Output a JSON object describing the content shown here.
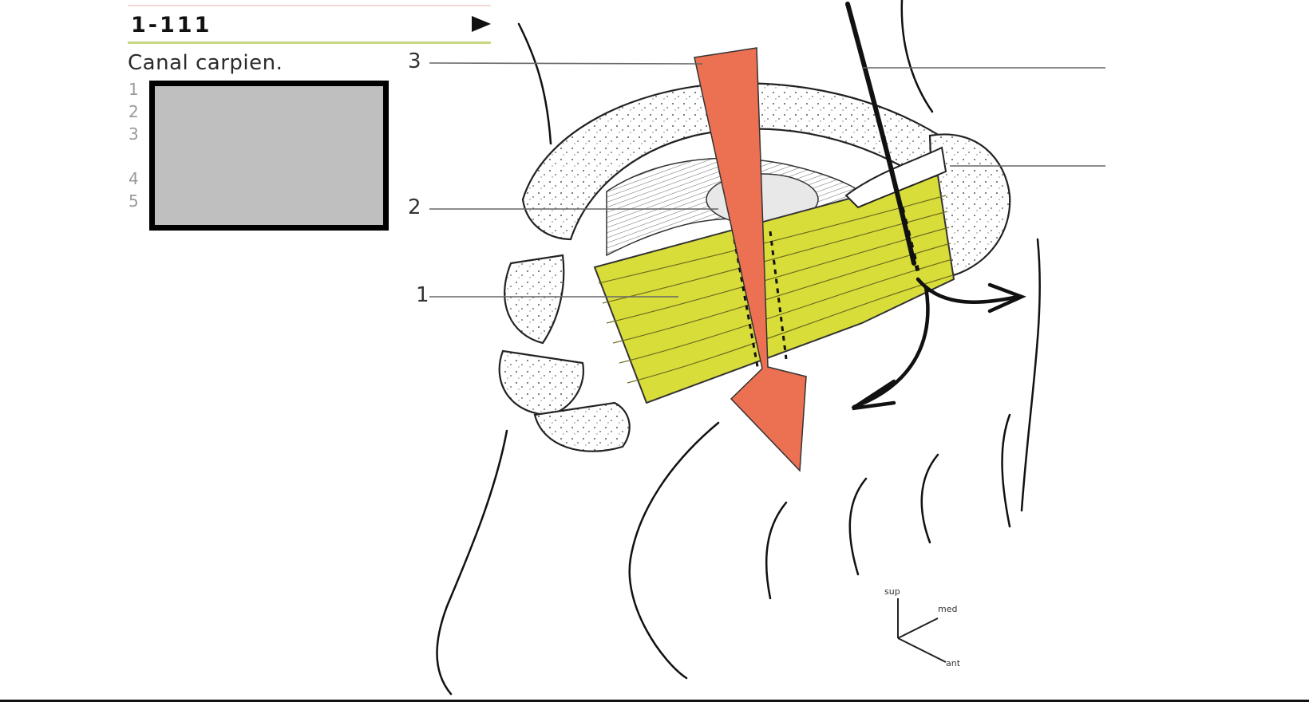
{
  "plate": {
    "number": "1-111",
    "title": "Canal carpien."
  },
  "legend": {
    "numbers": [
      "1",
      "2",
      "3",
      "4",
      "5"
    ]
  },
  "callouts": {
    "c1": "1",
    "c2": "2",
    "c3": "3"
  },
  "orientation": {
    "sup": "sup",
    "med": "med",
    "ant": "ant"
  },
  "colors": {
    "ligament": "#d9dd3a",
    "arrow": "#ec7052",
    "ink": "#111111",
    "mask": "#bfbfbf"
  }
}
